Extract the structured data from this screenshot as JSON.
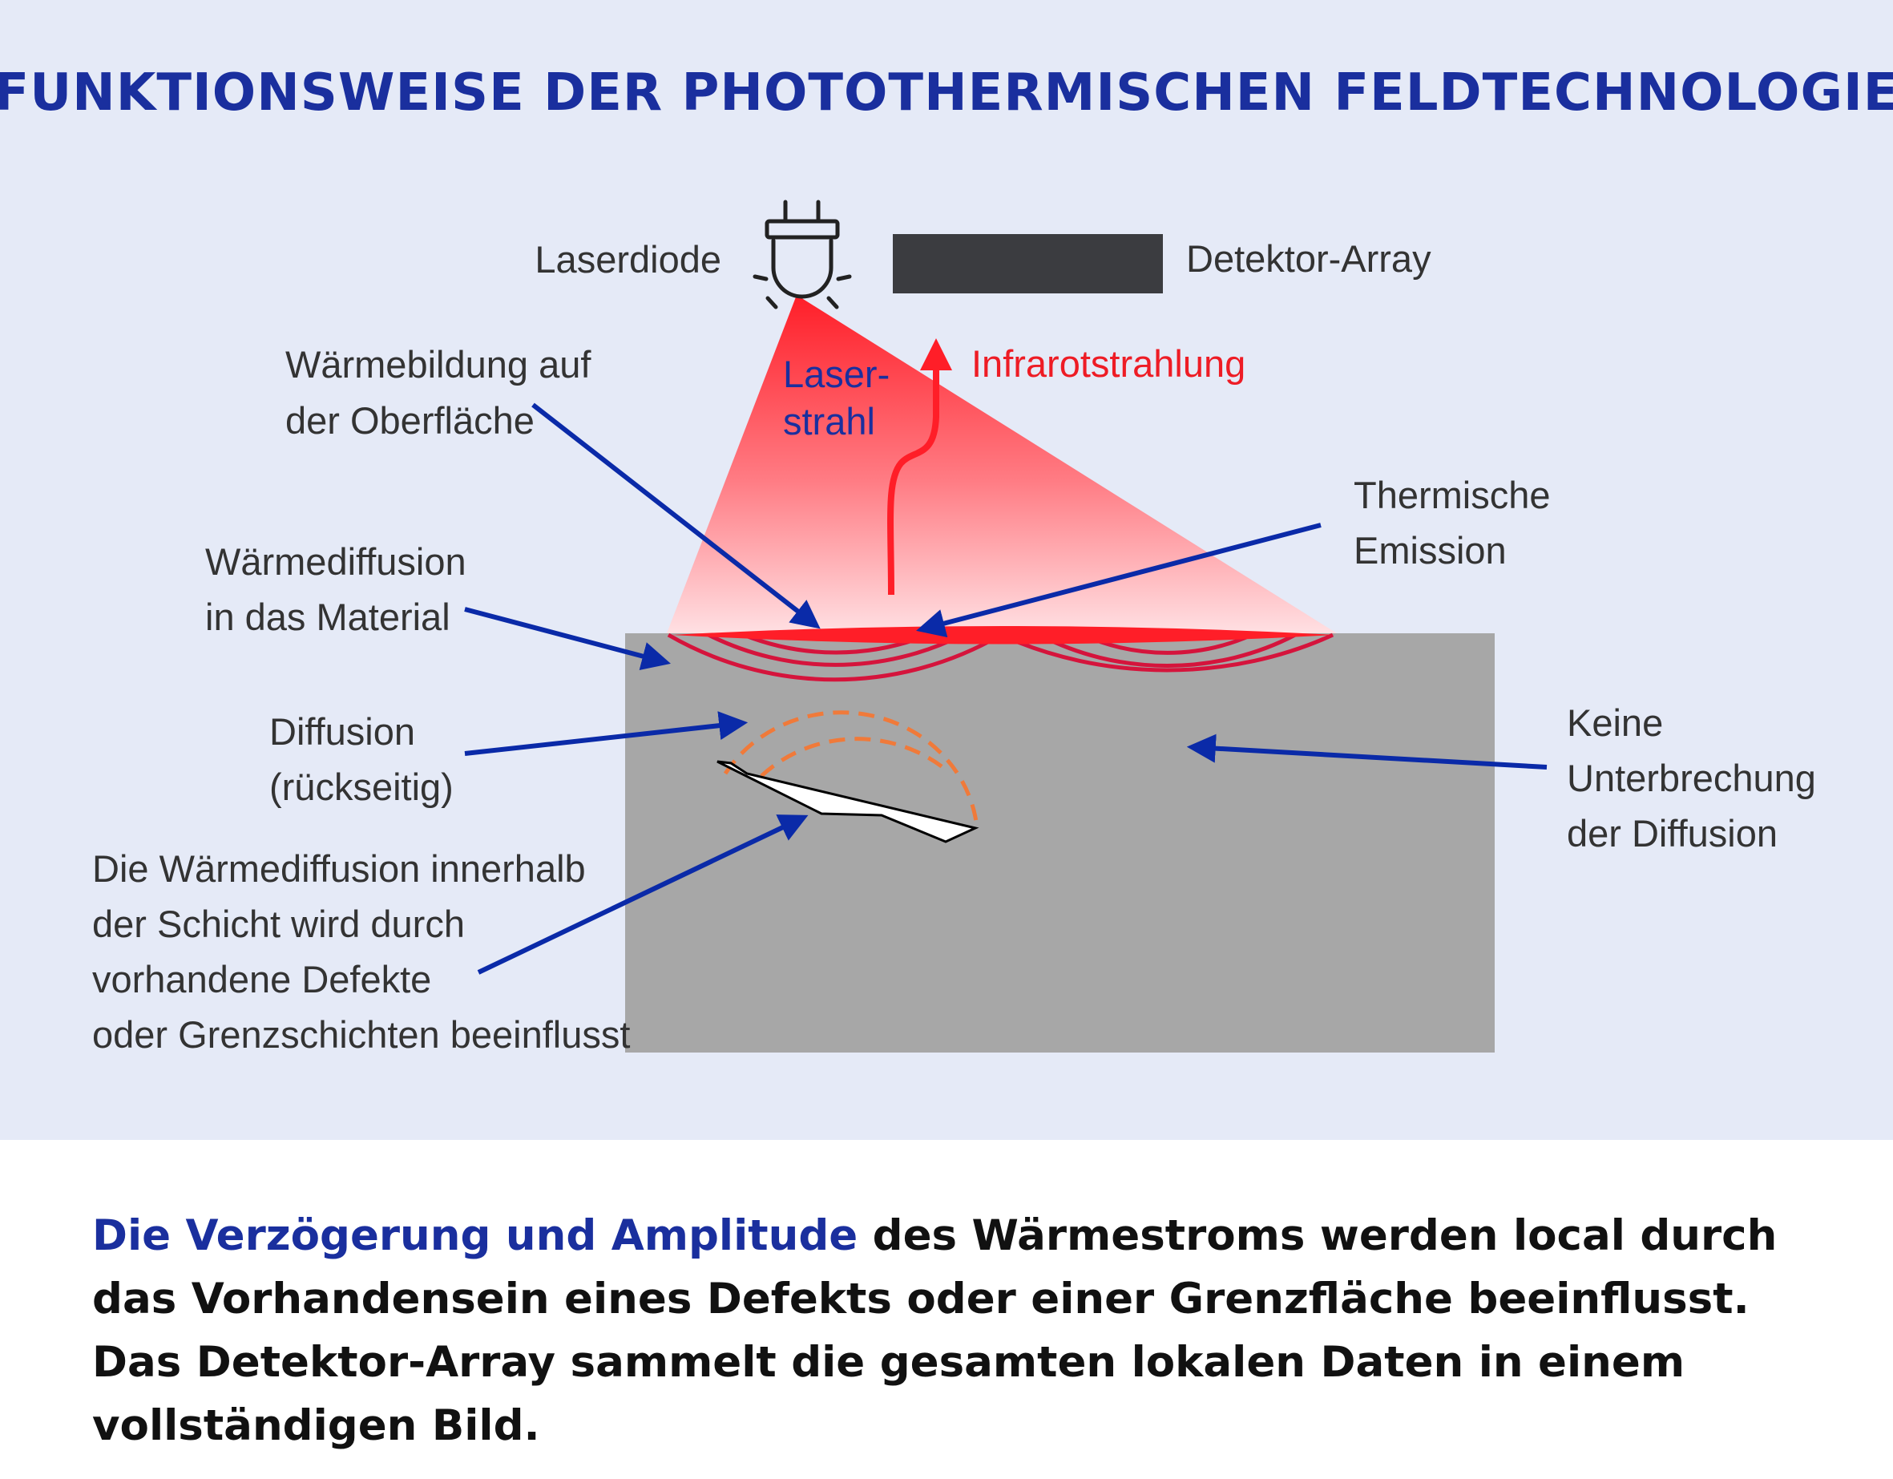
{
  "title": "FUNKTIONSWEISE DER PHOTOTHERMISCHEN FELDTECHNOLOGIE",
  "labels": {
    "laserdiode": "Laserdiode",
    "detector": "Detektor-Array",
    "laser_beam": [
      "Laser-",
      "strahl"
    ],
    "infrared": "Infrarotstrahlung",
    "surface_heating": [
      "Wärmebildung auf",
      "der Oberfläche"
    ],
    "thermal_emission": [
      "Thermische",
      "Emission"
    ],
    "heat_diffusion": [
      "Wärmediffusion",
      "in das Material"
    ],
    "back_diffusion": [
      "Diffusion",
      "(rückseitig)"
    ],
    "no_interruption": [
      "Keine",
      "Unterbrechung",
      "der Diffusion"
    ],
    "defect_note": [
      "Die Wärmediffusion innerhalb",
      "der Schicht wird durch",
      "vorhandene Defekte",
      "oder Grenzschichten beeinflusst"
    ]
  },
  "caption": {
    "highlight": "Die Verzögerung und Amplitude",
    "rest": " des Wärmestroms werden local durch das Vorhandensein eines Defekts oder einer Grenzfläche beeinflusst. Das Detektor-Array sammelt die gesamten lokalen Daten in einem vollständigen Bild."
  },
  "colors": {
    "panel_background": "#e5eaf7",
    "title_blue": "#1a2f9e",
    "arrow_blue": "#0a2aa8",
    "laser_red": "#ee1c25",
    "wave_red": "#d5143c",
    "defect_wave_orange": "#f07a3a",
    "material_gray": "#a7a7a7",
    "detector_dark": "#3b3c40"
  },
  "icons": {
    "laserdiode": "plug-bulb-icon",
    "detector": "detector-bar"
  }
}
